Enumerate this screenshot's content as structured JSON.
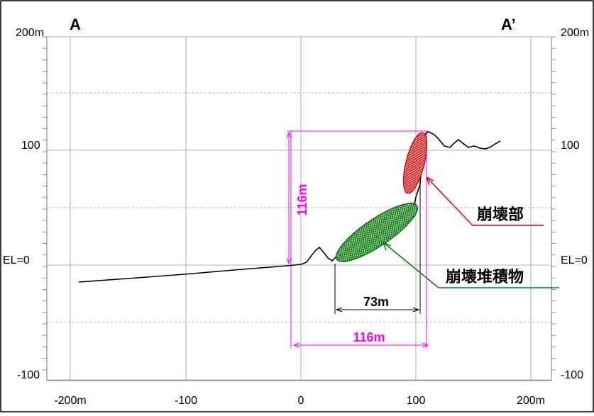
{
  "section": {
    "left_marker": "A",
    "right_marker": "A’"
  },
  "axes": {
    "y_ticks_left": [
      "200m",
      "100",
      "EL=0",
      "-100"
    ],
    "y_ticks_right": [
      "200m",
      "100",
      "EL=0",
      "-100"
    ],
    "x_ticks": [
      "-200m",
      "-100",
      "0",
      "100",
      "200m"
    ]
  },
  "dimensions": {
    "height_label": "116m",
    "runout_label": "73m",
    "width_label": "116m"
  },
  "callouts": {
    "collapse_part": "崩壊部",
    "collapse_deposit": "崩壊堆積物"
  },
  "colors": {
    "grid": "#999999",
    "profile": "#000000",
    "magenta": "#ff00ff",
    "collapse": "#e00000",
    "deposit": "#008000",
    "collapse_fill": "#f08080",
    "deposit_fill": "#7fbf7f"
  }
}
